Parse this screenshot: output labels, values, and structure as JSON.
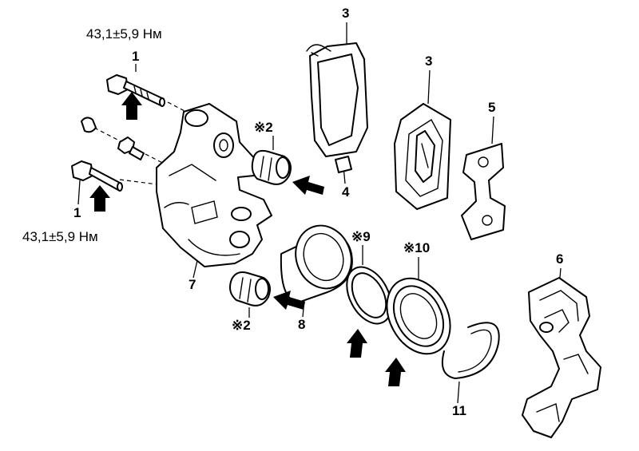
{
  "torque_top": "43,1±5,9 Нм",
  "torque_bottom": "43,1±5,9 Нм",
  "labels": {
    "p1_top": "1",
    "p1_bottom": "1",
    "p2_top": "※2",
    "p2_bottom": "※2",
    "p3_a": "3",
    "p3_b": "3",
    "p4": "4",
    "p5": "5",
    "p6": "6",
    "p7": "7",
    "p8": "8",
    "p9": "※9",
    "p10": "※10",
    "p11": "11"
  },
  "colors": {
    "ink": "#000000",
    "background": "#ffffff"
  }
}
